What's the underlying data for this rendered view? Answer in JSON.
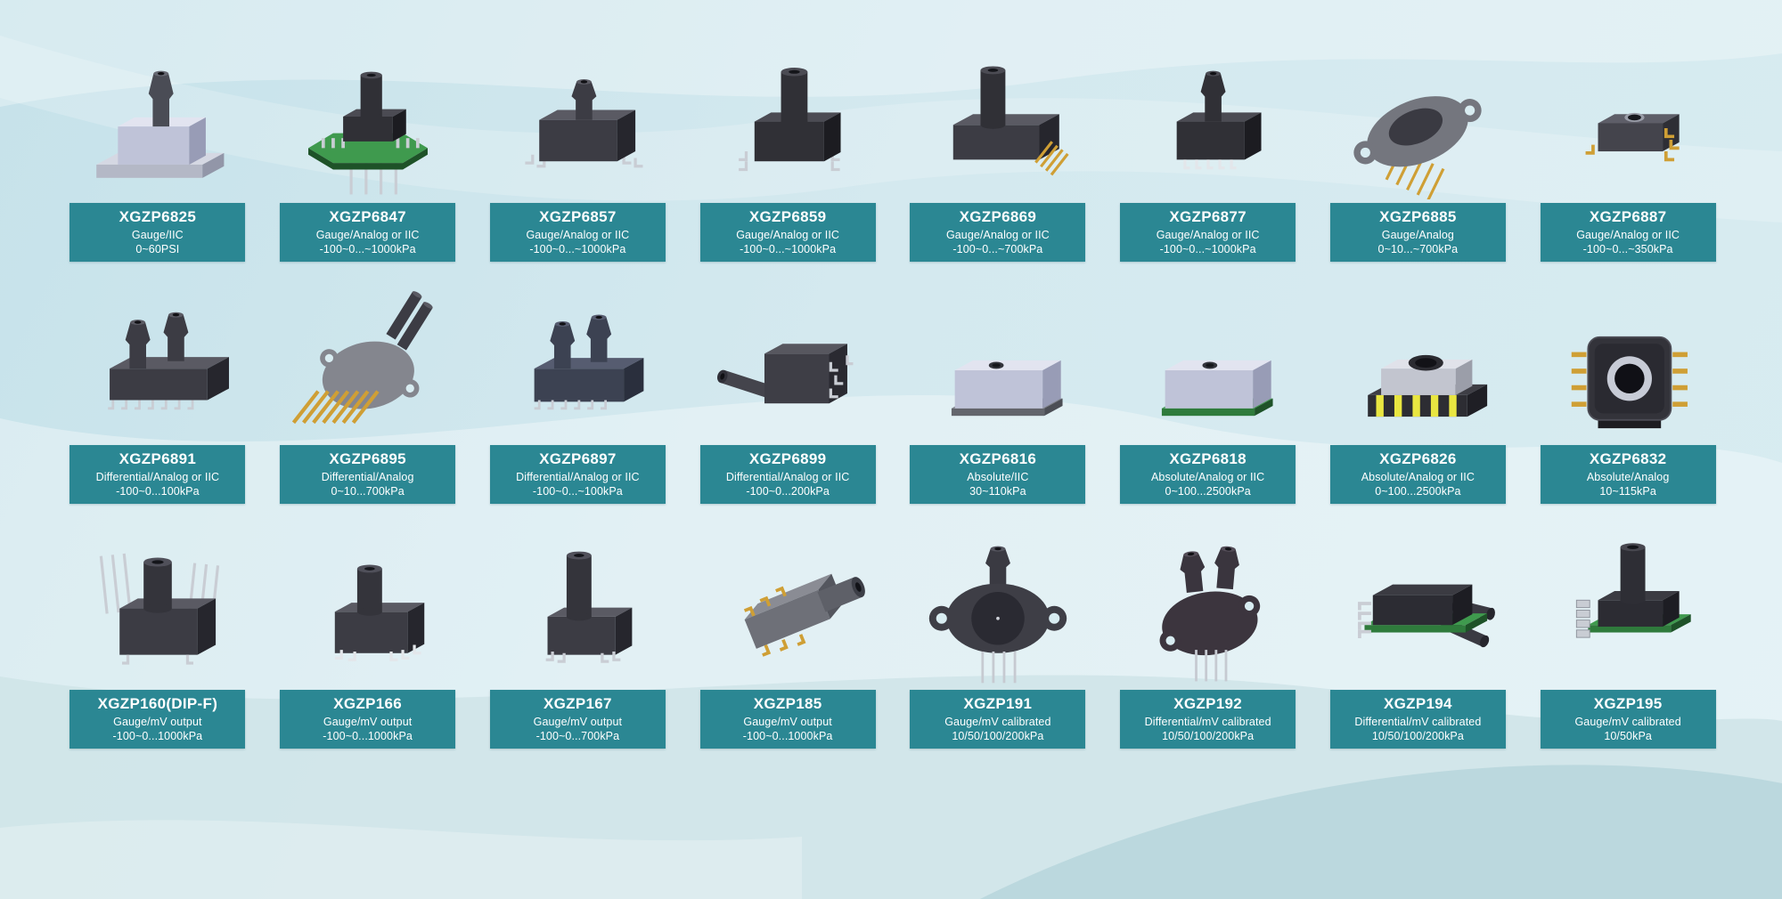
{
  "colors": {
    "label_background": "#2b8793",
    "label_text": "#ffffff",
    "page_background": "#d4e9ef"
  },
  "products": [
    {
      "model": "XGZP6825",
      "type_line": "Gauge/IIC",
      "range_line": "0~60PSI",
      "image": "xgzp6825-sensor-render"
    },
    {
      "model": "XGZP6847",
      "type_line": "Gauge/Analog or IIC",
      "range_line": "-100~0...~1000kPa",
      "image": "xgzp6847-sensor-render"
    },
    {
      "model": "XGZP6857",
      "type_line": "Gauge/Analog or IIC",
      "range_line": "-100~0...~1000kPa",
      "image": "xgzp6857-sensor-render"
    },
    {
      "model": "XGZP6859",
      "type_line": "Gauge/Analog or IIC",
      "range_line": "-100~0...~1000kPa",
      "image": "xgzp6859-sensor-render"
    },
    {
      "model": "XGZP6869",
      "type_line": "Gauge/Analog or IIC",
      "range_line": "-100~0...~700kPa",
      "image": "xgzp6869-sensor-render"
    },
    {
      "model": "XGZP6877",
      "type_line": "Gauge/Analog or IIC",
      "range_line": "-100~0...~1000kPa",
      "image": "xgzp6877-sensor-render"
    },
    {
      "model": "XGZP6885",
      "type_line": "Gauge/Analog",
      "range_line": "0~10...~700kPa",
      "image": "xgzp6885-sensor-render"
    },
    {
      "model": "XGZP6887",
      "type_line": "Gauge/Analog or IIC",
      "range_line": "-100~0...~350kPa",
      "image": "xgzp6887-sensor-render"
    },
    {
      "model": "XGZP6891",
      "type_line": "Differential/Analog or IIC",
      "range_line": "-100~0...100kPa",
      "image": "xgzp6891-sensor-render"
    },
    {
      "model": "XGZP6895",
      "type_line": "Differential/Analog",
      "range_line": "0~10...700kPa",
      "image": "xgzp6895-sensor-render"
    },
    {
      "model": "XGZP6897",
      "type_line": "Differential/Analog or IIC",
      "range_line": "-100~0...~100kPa",
      "image": "xgzp6897-sensor-render"
    },
    {
      "model": "XGZP6899",
      "type_line": "Differential/Analog or IIC",
      "range_line": "-100~0...200kPa",
      "image": "xgzp6899-sensor-render"
    },
    {
      "model": "XGZP6816",
      "type_line": "Absolute/IIC",
      "range_line": "30~110kPa",
      "image": "xgzp6816-sensor-render"
    },
    {
      "model": "XGZP6818",
      "type_line": "Absolute/Analog or IIC",
      "range_line": "0~100...2500kPa",
      "image": "xgzp6818-sensor-render"
    },
    {
      "model": "XGZP6826",
      "type_line": "Absolute/Analog or IIC",
      "range_line": "0~100...2500kPa",
      "image": "xgzp6826-sensor-render"
    },
    {
      "model": "XGZP6832",
      "type_line": "Absolute/Analog",
      "range_line": "10~115kPa",
      "image": "xgzp6832-sensor-render"
    },
    {
      "model": "XGZP160(DIP-F)",
      "type_line": "Gauge/mV output",
      "range_line": "-100~0...1000kPa",
      "image": "xgzp160-sensor-render"
    },
    {
      "model": "XGZP166",
      "type_line": "Gauge/mV output",
      "range_line": "-100~0...1000kPa",
      "image": "xgzp166-sensor-render"
    },
    {
      "model": "XGZP167",
      "type_line": "Gauge/mV output",
      "range_line": "-100~0...700kPa",
      "image": "xgzp167-sensor-render"
    },
    {
      "model": "XGZP185",
      "type_line": "Gauge/mV output",
      "range_line": "-100~0...1000kPa",
      "image": "xgzp185-sensor-render"
    },
    {
      "model": "XGZP191",
      "type_line": "Gauge/mV calibrated",
      "range_line": "10/50/100/200kPa",
      "image": "xgzp191-sensor-render"
    },
    {
      "model": "XGZP192",
      "type_line": "Differential/mV calibrated",
      "range_line": "10/50/100/200kPa",
      "image": "xgzp192-sensor-render"
    },
    {
      "model": "XGZP194",
      "type_line": "Differential/mV calibrated",
      "range_line": "10/50/100/200kPa",
      "image": "xgzp194-sensor-render"
    },
    {
      "model": "XGZP195",
      "type_line": "Gauge/mV calibrated",
      "range_line": "10/50kPa",
      "image": "xgzp195-sensor-render"
    }
  ]
}
